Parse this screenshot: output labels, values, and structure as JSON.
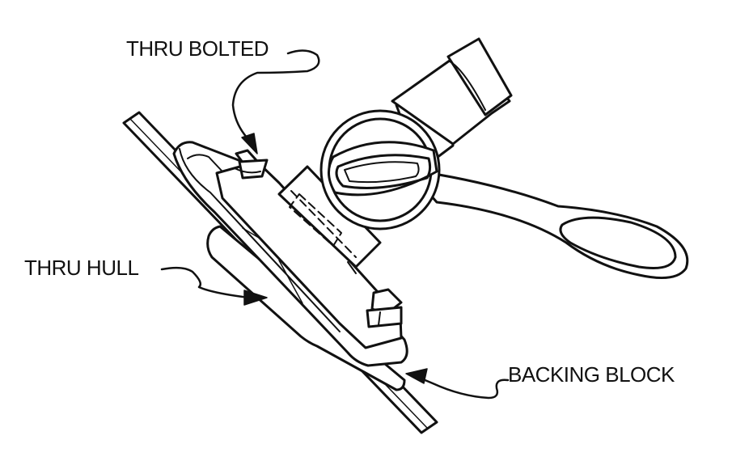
{
  "labels": {
    "thru_bolted": "THRU BOLTED",
    "thru_hull": "THRU HULL",
    "backing_block": "BACKING BLOCK"
  },
  "colors": {
    "ink": "#111111",
    "paper": "#ffffff"
  }
}
